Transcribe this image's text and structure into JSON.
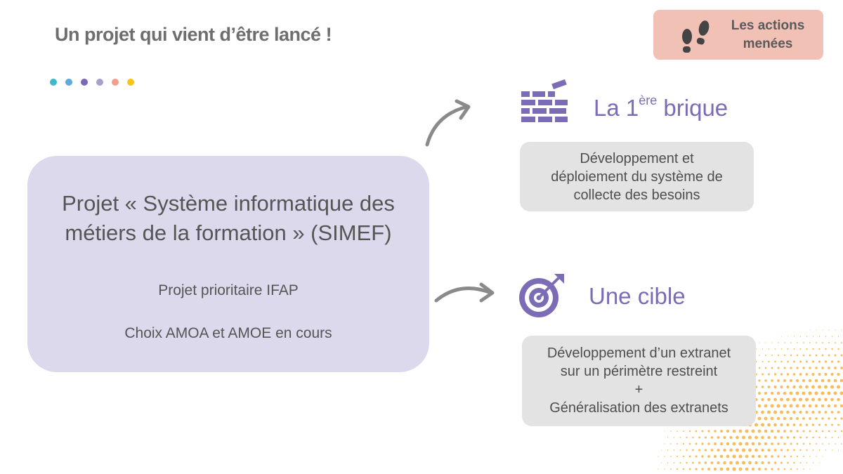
{
  "header": {
    "title": "Un projet qui vient d’être lancé !"
  },
  "decor_dots": [
    "#3fb8c8",
    "#5fa8e0",
    "#7a68b5",
    "#a89fd0",
    "#f0a08a",
    "#f5c518"
  ],
  "badge": {
    "icon": "footsteps-icon",
    "label_line1": "Les actions",
    "label_line2": "menées"
  },
  "main": {
    "title_line1": "Projet « Système informatique des",
    "title_line2": "métiers de la formation » (SIMEF)",
    "line1": "Projet prioritaire IFAP",
    "line2": "Choix AMOA et AMOE en cours"
  },
  "brick": {
    "icon": "brick-wall-icon",
    "title_pre": "La 1",
    "title_sup": "ère",
    "title_post": " brique",
    "card_lines": [
      "Développement et",
      "déploiement du système de",
      "collecte des besoins"
    ]
  },
  "target": {
    "icon": "target-icon",
    "title": "Une cible",
    "card_lines": [
      "Développement d’un extranet",
      "sur un périmètre restreint",
      "+",
      "Généralisation des extranets"
    ]
  },
  "colors": {
    "accent_purple": "#7c6bb5",
    "badge_bg": "#f2c1b6",
    "main_box_bg": "#dcd9ec",
    "card_bg": "#e3e3e3",
    "orange_dots": "#f5a623"
  }
}
